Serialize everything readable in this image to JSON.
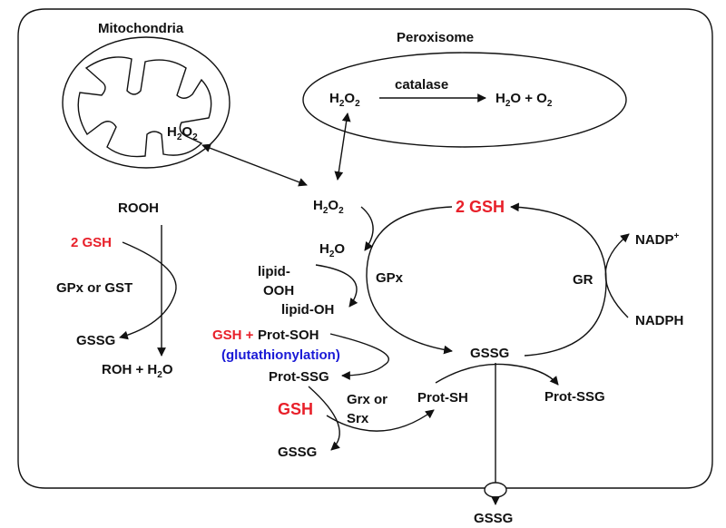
{
  "compartments": {
    "mitochondria": "Mitochondria",
    "peroxisome": "Peroxisome"
  },
  "peroxisome_reaction": {
    "substrate_base": "H",
    "substrate_sub": "2",
    "substrate_rest": "O",
    "substrate_sub2": "2",
    "enzyme": "catalase",
    "products_a": "H",
    "products_a_sub": "2",
    "products_b": "O + O",
    "products_b_sub": "2"
  },
  "mito_h2o2": {
    "a": "H",
    "s1": "2",
    "b": "O",
    "s2": "2"
  },
  "cyto_h2o2": {
    "a": "H",
    "s1": "2",
    "b": "O",
    "s2": "2"
  },
  "left_pathway": {
    "rooh": "ROOH",
    "gsh": "2 GSH",
    "enzyme": "GPx or GST",
    "gssg": "GSSG",
    "product_a": "ROH + H",
    "product_sub": "2",
    "product_b": "O"
  },
  "cycle": {
    "gsh": "2 GSH",
    "gssg": "GSSG",
    "gpx": "GPx",
    "gr": "GR",
    "nadp": "NADP",
    "nadp_sup": "+",
    "nadph": "NADPH"
  },
  "gpx_side": {
    "h2o_a": "H",
    "h2o_sub": "2",
    "h2o_b": "O",
    "lipid_ooh_1": "lipid-",
    "lipid_ooh_2": "OOH",
    "lipid_oh": "lipid-OH"
  },
  "glutathionylation": {
    "gsh_plus": "GSH +",
    "prot_soh": "Prot-SOH",
    "label": "(glutathionylation)",
    "prot_ssg": "Prot-SSG"
  },
  "deglutathionylation": {
    "gsh": "GSH",
    "enzyme_1": "Grx or",
    "enzyme_2": "Srx",
    "gssg": "GSSG",
    "prot_sh": "Prot-SH",
    "prot_ssg": "Prot-SSG"
  },
  "export": {
    "gssg": "GSSG"
  }
}
